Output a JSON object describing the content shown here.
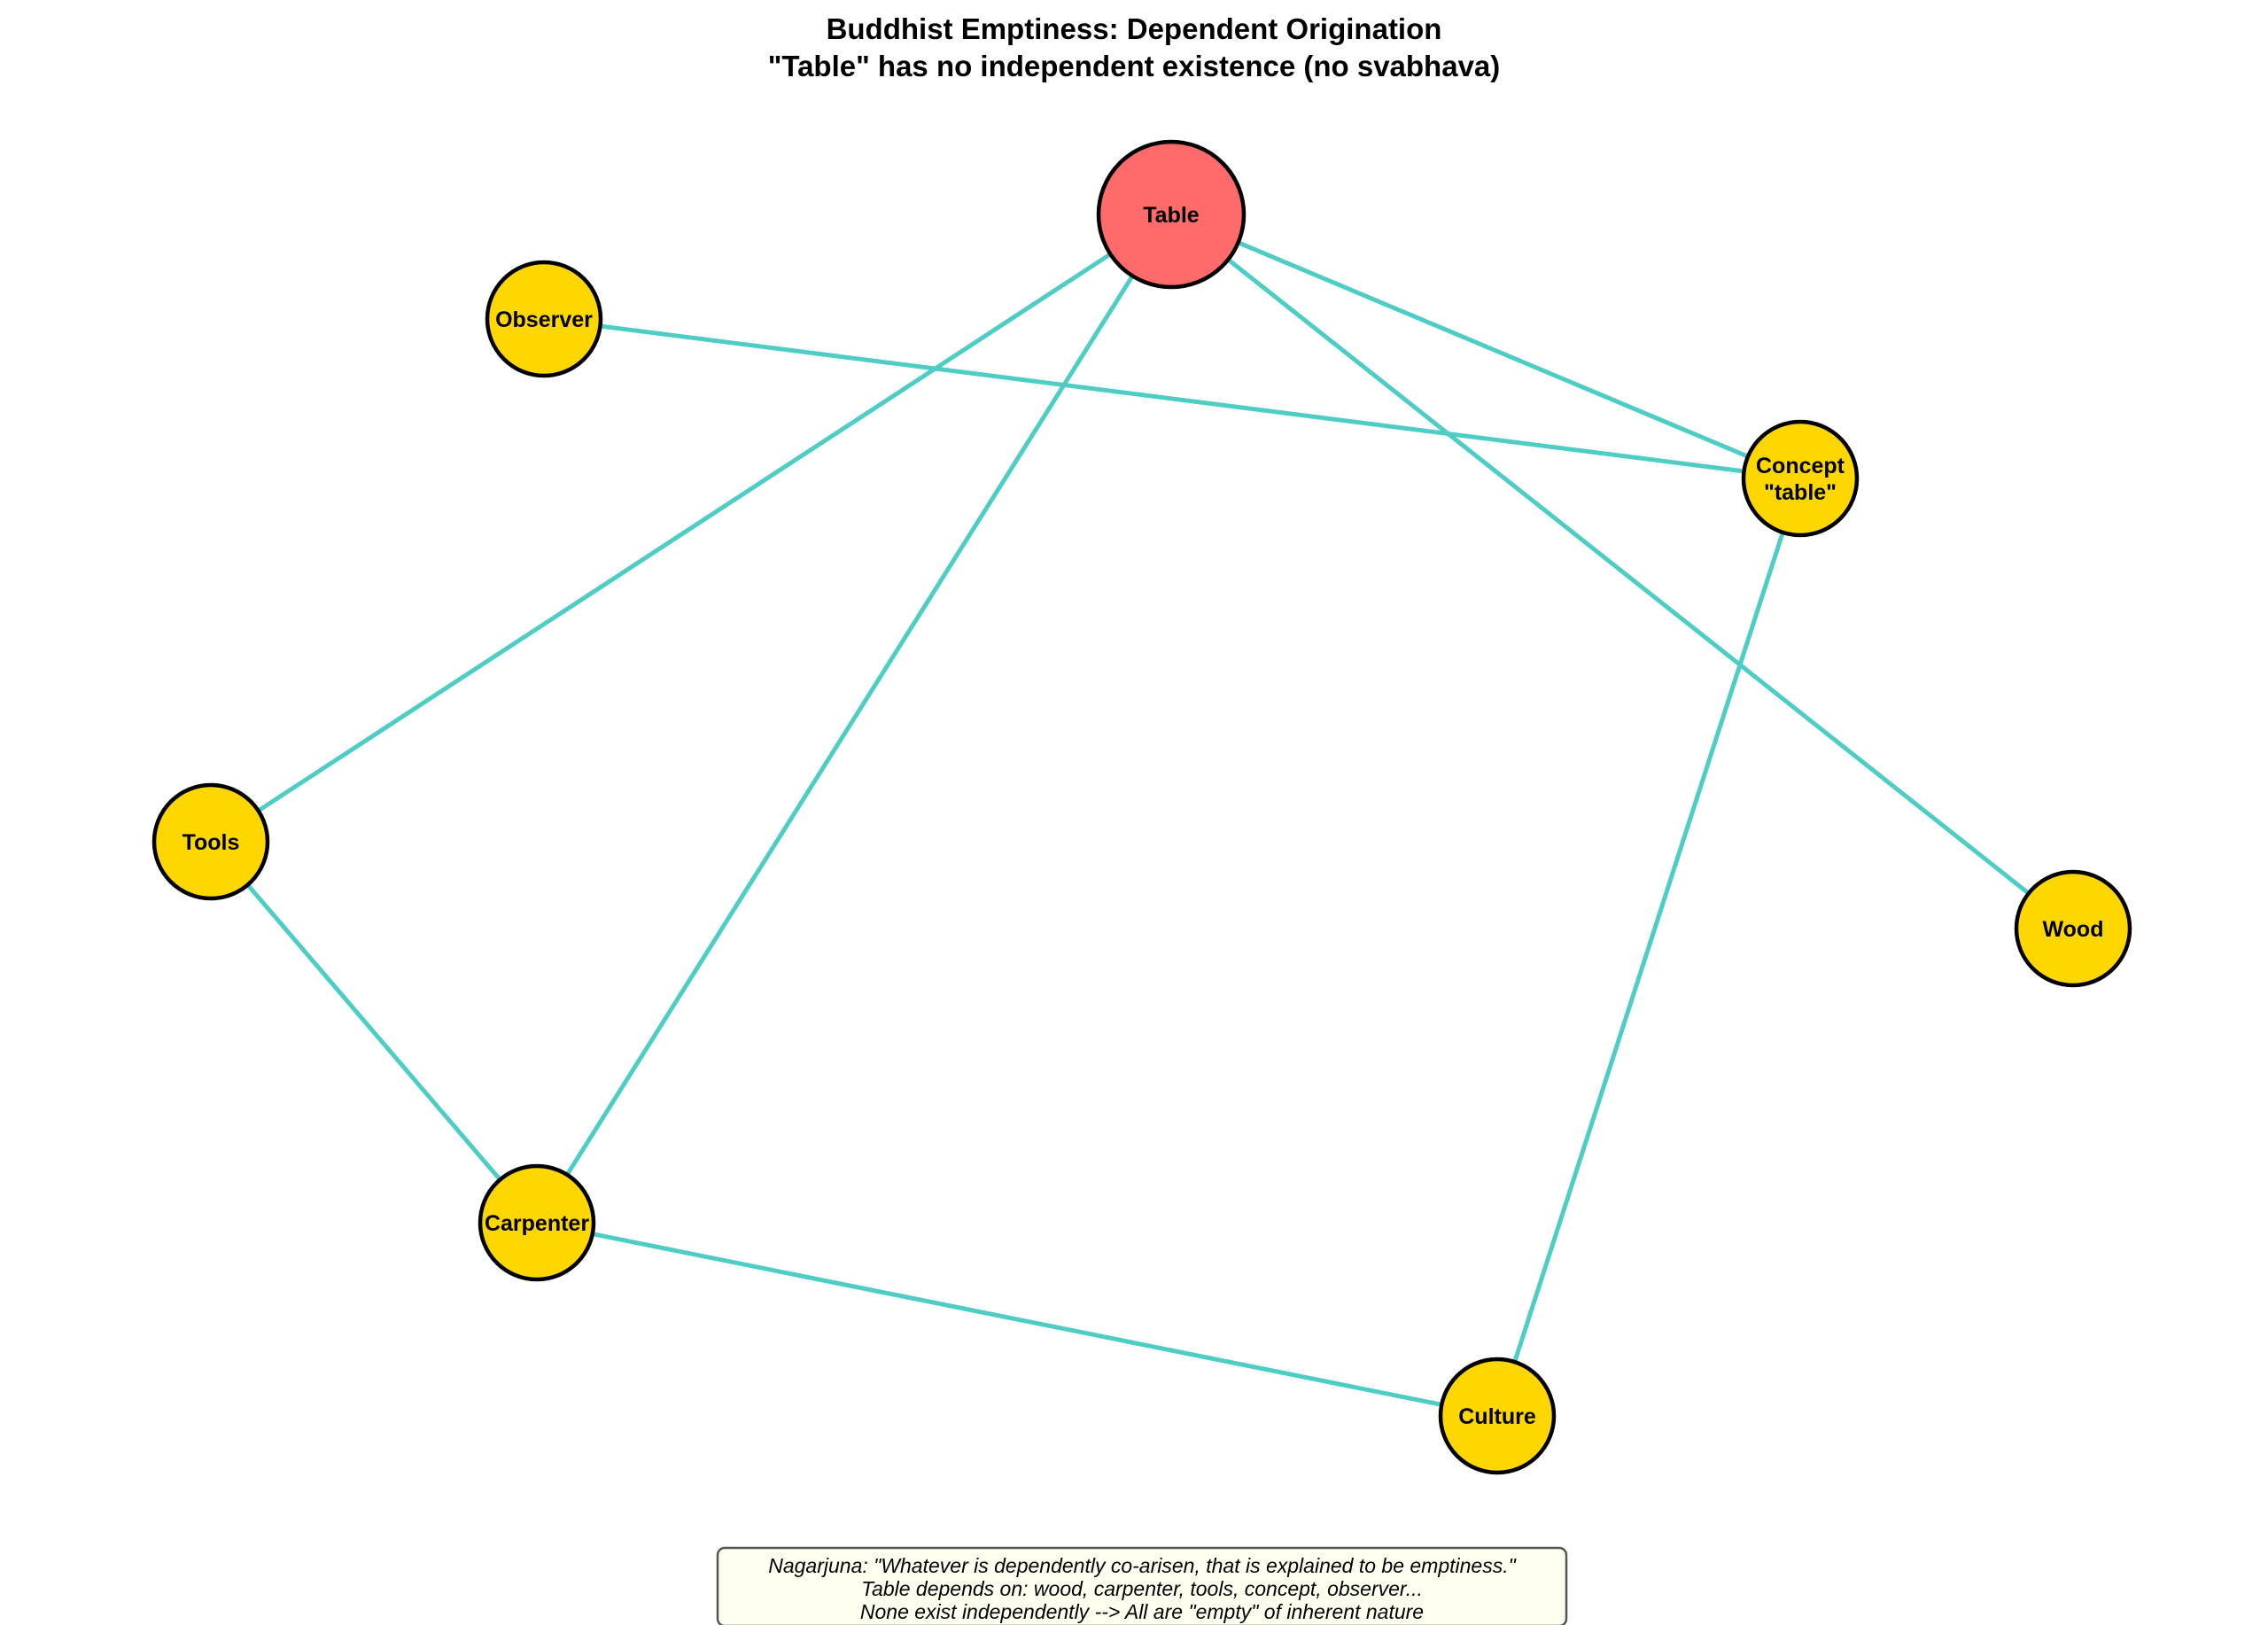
{
  "diagram": {
    "title_line1": "Buddhist Emptiness: Dependent Origination",
    "title_line2": "\"Table\" has no independent existence (no svabhava)",
    "center_node": {
      "id": "table",
      "label": [
        "Table"
      ],
      "color": "#ff6b6b"
    },
    "nodes": [
      {
        "id": "observer",
        "label": [
          "Observer"
        ],
        "color": "#ffd700"
      },
      {
        "id": "concept",
        "label": [
          "Concept",
          "\"table\""
        ],
        "color": "#ffd700"
      },
      {
        "id": "tools",
        "label": [
          "Tools"
        ],
        "color": "#ffd700"
      },
      {
        "id": "wood",
        "label": [
          "Wood"
        ],
        "color": "#ffd700"
      },
      {
        "id": "carpenter",
        "label": [
          "Carpenter"
        ],
        "color": "#ffd700"
      },
      {
        "id": "culture",
        "label": [
          "Culture"
        ],
        "color": "#ffd700"
      }
    ],
    "edges": [
      [
        "table",
        "tools"
      ],
      [
        "table",
        "carpenter"
      ],
      [
        "table",
        "concept"
      ],
      [
        "table",
        "wood"
      ],
      [
        "observer",
        "concept"
      ],
      [
        "tools",
        "carpenter"
      ],
      [
        "carpenter",
        "culture"
      ],
      [
        "concept",
        "culture"
      ]
    ],
    "edge_color": "#4ecdc4",
    "caption": {
      "line1": "Nagarjuna: \"Whatever is dependently co-arisen, that is explained to be emptiness.\"",
      "line2": "Table depends on: wood, carpenter, tools, concept, observer...",
      "line3": "None exist independently  -->  All are \"empty\" of inherent nature"
    }
  }
}
